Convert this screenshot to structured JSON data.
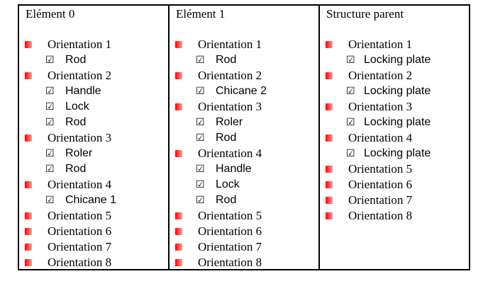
{
  "headers": [
    "Elément 0",
    "Elément 1",
    "Structure parent"
  ],
  "columns": [
    {
      "rows": [
        {
          "type": "orientation",
          "label": "Orientation 1"
        },
        {
          "type": "sub",
          "label": "Rod"
        },
        {
          "type": "orientation",
          "label": "Orientation 2"
        },
        {
          "type": "sub",
          "label": "Handle"
        },
        {
          "type": "sub",
          "label": "Lock"
        },
        {
          "type": "sub",
          "label": "Rod"
        },
        {
          "type": "orientation",
          "label": "Orientation 3"
        },
        {
          "type": "sub",
          "label": "Roler"
        },
        {
          "type": "sub",
          "label": "Rod"
        },
        {
          "type": "orientation",
          "label": "Orientation 4"
        },
        {
          "type": "sub",
          "label": "Chicane 1"
        },
        {
          "type": "orientation",
          "label": "Orientation 5"
        },
        {
          "type": "orientation",
          "label": "Orientation 6"
        },
        {
          "type": "orientation",
          "label": "Orientation 7"
        },
        {
          "type": "orientation",
          "label": "Orientation 8"
        }
      ]
    },
    {
      "rows": [
        {
          "type": "orientation",
          "label": "Orientation 1"
        },
        {
          "type": "sub",
          "label": "Rod"
        },
        {
          "type": "orientation",
          "label": "Orientation 2"
        },
        {
          "type": "sub",
          "label": "Chicane 2"
        },
        {
          "type": "orientation",
          "label": "Orientation 3"
        },
        {
          "type": "sub",
          "label": "Roler"
        },
        {
          "type": "sub",
          "label": "Rod"
        },
        {
          "type": "orientation",
          "label": "Orientation 4"
        },
        {
          "type": "sub",
          "label": "Handle"
        },
        {
          "type": "sub",
          "label": "Lock"
        },
        {
          "type": "sub",
          "label": "Rod"
        },
        {
          "type": "orientation",
          "label": "Orientation 5"
        },
        {
          "type": "orientation",
          "label": "Orientation 6"
        },
        {
          "type": "orientation",
          "label": "Orientation 7"
        },
        {
          "type": "orientation",
          "label": "Orientation 8"
        }
      ]
    },
    {
      "rows": [
        {
          "type": "orientation",
          "label": "Orientation 1"
        },
        {
          "type": "sub",
          "label": "Locking plate"
        },
        {
          "type": "orientation",
          "label": "Orientation 2"
        },
        {
          "type": "sub",
          "label": "Locking plate"
        },
        {
          "type": "orientation",
          "label": "Orientation 3"
        },
        {
          "type": "sub",
          "label": "Locking plate"
        },
        {
          "type": "orientation",
          "label": "Orientation 4"
        },
        {
          "type": "sub",
          "label": "Locking plate"
        },
        {
          "type": "orientation",
          "label": "Orientation 5"
        },
        {
          "type": "orientation",
          "label": "Orientation 6"
        },
        {
          "type": "orientation",
          "label": "Orientation 7"
        },
        {
          "type": "orientation",
          "label": "Orientation 8"
        }
      ]
    }
  ],
  "symbols": {
    "checkbox": "☑"
  },
  "colors": {
    "bullet": "#ff0000",
    "border": "#000000",
    "text": "#000000"
  }
}
